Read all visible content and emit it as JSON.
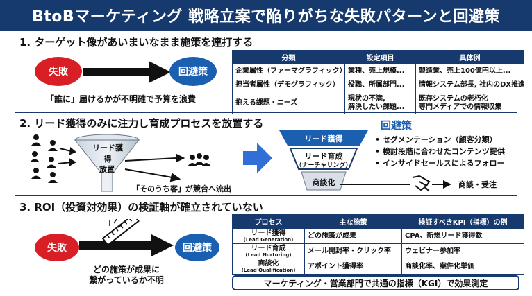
{
  "title": "BtoBマーケティング 戦略立案で陥りがちな失敗パターンと回避策",
  "labels": {
    "fail": "失敗",
    "avoid": "回避策"
  },
  "section1": {
    "heading": "1. ターゲット像があいまいなまま施策を連打する",
    "caption": "「誰に」届けるかが不明確で予算を浪費",
    "table": {
      "headers": [
        "分類",
        "設定項目",
        "具体例"
      ],
      "rows": [
        [
          "企業属性（ファーマグラフィック）",
          "業種、売上規模...",
          "製造業、売上100億円以上..."
        ],
        [
          "担当者属性（デモグラフィック）",
          "役職、所属部門...",
          "情報システム部長, 社内のDX推進..."
        ],
        [
          "抱える課題・ニーズ",
          "現状の不満,\n解決したい課題...",
          "既存システムの老朽化\n専門メディアでの情報収集"
        ]
      ]
    }
  },
  "section2": {
    "heading": "2. リード獲得のみに注力し育成プロセスを放置する",
    "funnel_left": {
      "top": "リード獲得",
      "middle": "放置"
    },
    "leak_caption": "「そのうち客」が競合へ流出",
    "avoid_title": "回避策",
    "funnel_right": {
      "stage1": "リード獲得",
      "stage2": "リード育成",
      "stage2_sub": "（ナーチャリング）",
      "stage3": "商談化"
    },
    "bullets": [
      "• セグメンテーション（顧客分類）",
      "• 検討段階に合わせたコンテンツ提供",
      "• インサイドセールスによるフォロー"
    ],
    "result": "商談・受注"
  },
  "section3": {
    "heading": "3. ROI（投資対効果）の検証軸が確立されていない",
    "caption_line1": "どの施策が成果に",
    "caption_line2": "繋がっているか不明",
    "table": {
      "headers": [
        "プロセス",
        "主な施策",
        "検証すべきKPI（指標）の例"
      ],
      "rows": [
        {
          "process": "リード獲得",
          "process_en": "(Lead Generation)",
          "measure": "どの施策が成果",
          "kpi": "CPA、新規リード獲得数"
        },
        {
          "process": "リード育成",
          "process_en": "(Lead Nurturing)",
          "measure": "メール開封率・クリック率",
          "kpi": "ウェビナー参加率"
        },
        {
          "process": "商談化",
          "process_en": "(Lead Qualification)",
          "measure": "アポイント獲得率",
          "kpi": "商談化率、案件化単価"
        }
      ]
    },
    "kgi": "マーケティング・営業部門で共通の指標（KGI）で効果測定"
  },
  "colors": {
    "navy": "#173a6e",
    "red": "#d81f26",
    "blue": "#1b5fb0",
    "bright_blue": "#2f6fd6"
  },
  "icons": [
    "person-icon",
    "group-icon",
    "funnel-icon",
    "ruler-icon",
    "handshake-icon",
    "arrow-icon"
  ]
}
